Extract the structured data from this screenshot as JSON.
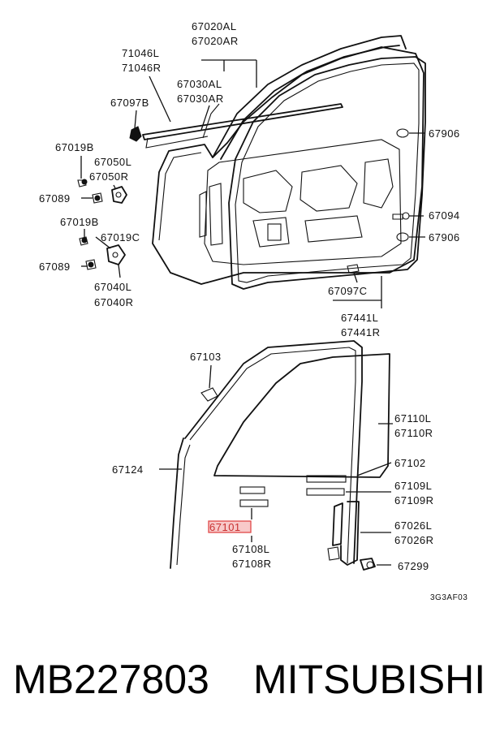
{
  "labels": {
    "l67020AL": "67020AL",
    "l67020AR": "67020AR",
    "l71046L": "71046L",
    "l71046R": "71046R",
    "l67030AL": "67030AL",
    "l67030AR": "67030AR",
    "l67097B": "67097B",
    "l67019B_1": "67019B",
    "l67050L": "67050L",
    "l67050R": "67050R",
    "l67089_1": "67089",
    "l67019B_2": "67019B",
    "l67019C": "67019C",
    "l67089_2": "67089",
    "l67040L": "67040L",
    "l67040R": "67040R",
    "l67906_1": "67906",
    "l67094": "67094",
    "l67906_2": "67906",
    "l67097C": "67097C",
    "l67441L": "67441L",
    "l67441R": "67441R",
    "l67103": "67103",
    "l67110L": "67110L",
    "l67110R": "67110R",
    "l67124": "67124",
    "l67102": "67102",
    "l67109L": "67109L",
    "l67109R": "67109R",
    "l67101": "67101",
    "l67026L": "67026L",
    "l67026R": "67026R",
    "l67108L": "67108L",
    "l67108R": "67108R",
    "l67299": "67299"
  },
  "diagram_code": "3G3AF03",
  "highlight_color": "#e04848",
  "footer": {
    "part_number": "MB227803",
    "brand": "MITSUBISHI"
  }
}
